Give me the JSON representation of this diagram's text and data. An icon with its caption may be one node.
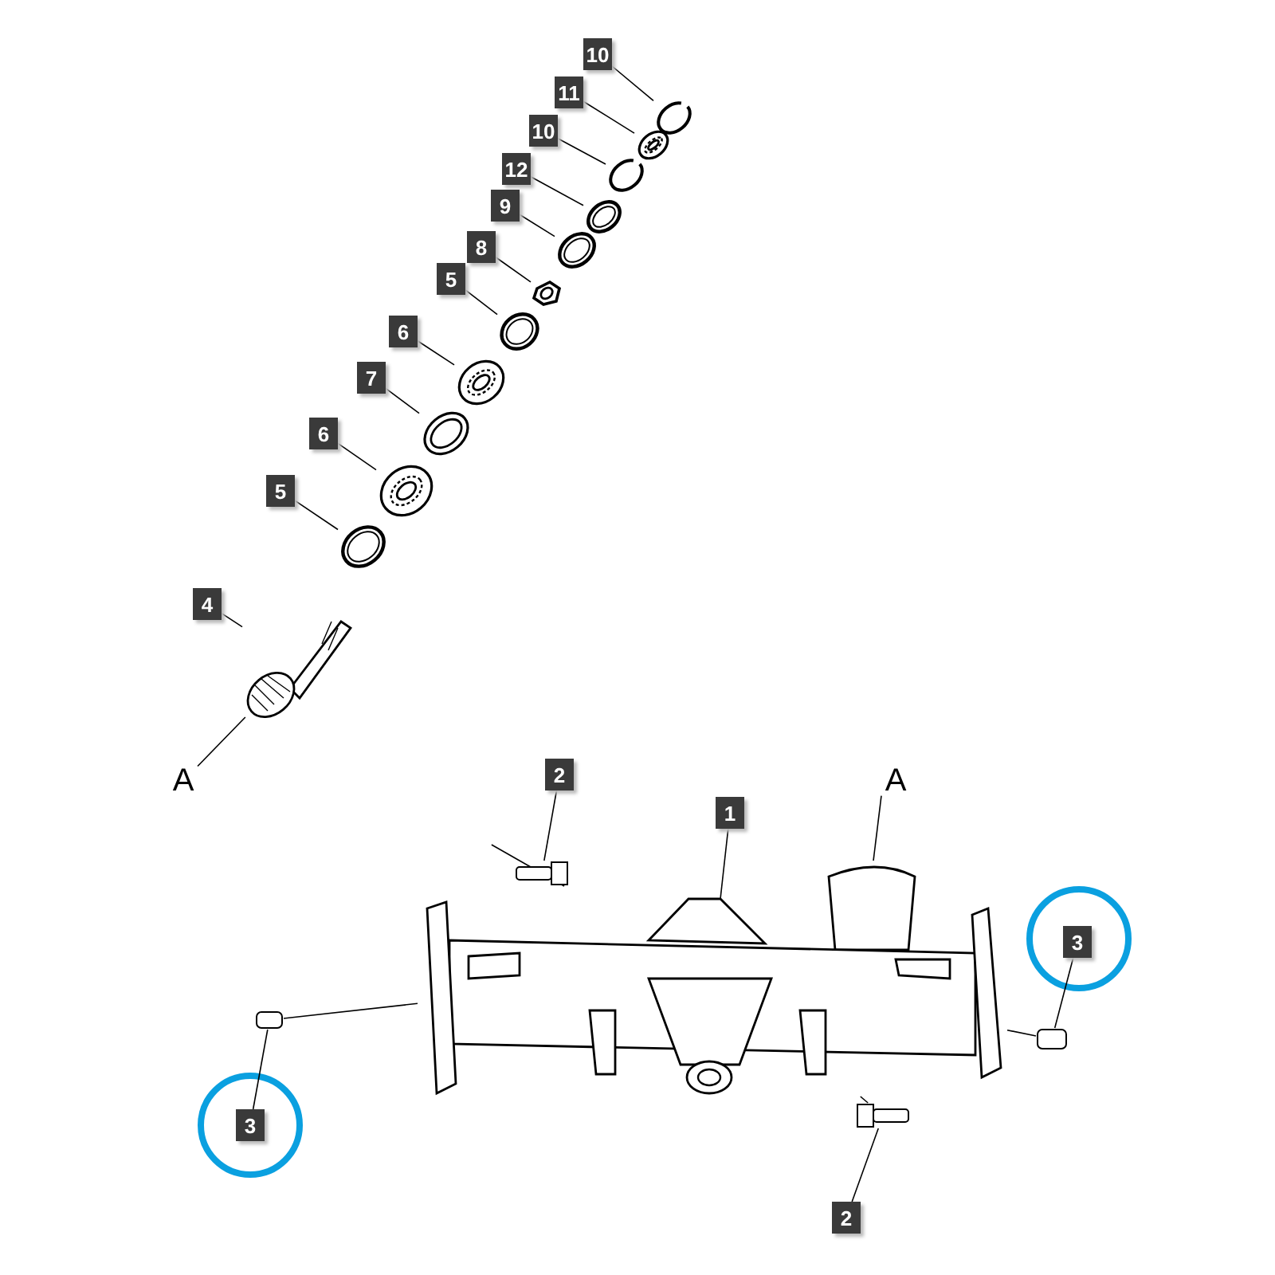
{
  "diagram": {
    "nodes": [
      {
        "text": [
          "10"
        ]
      },
      {
        "text": [
          "11"
        ]
      },
      {
        "text": [
          "10"
        ]
      },
      {
        "text": [
          "12"
        ]
      },
      {
        "text": [
          "9"
        ]
      },
      {
        "text": [
          "8"
        ]
      },
      {
        "text": [
          "5"
        ]
      },
      {
        "text": [
          "6"
        ]
      },
      {
        "text": [
          "7"
        ]
      },
      {
        "text": [
          "6"
        ]
      },
      {
        "text": [
          "5"
        ]
      },
      {
        "text": [
          "4"
        ]
      },
      {
        "text": [
          "A"
        ]
      },
      {
        "text": [
          "2"
        ]
      },
      {
        "text": [
          "A"
        ]
      },
      {
        "text": [
          "1"
        ]
      },
      {
        "text": [
          "3"
        ]
      },
      {
        "text": [
          "3"
        ]
      },
      {
        "text": [
          "2"
        ]
      },
      {
        "text": [],
        "shape": "circle"
      },
      {
        "text": [],
        "shape": "picture"
      },
      {
        "text": [],
        "shape": "circle"
      },
      {
        "text": [],
        "shape": "picture"
      },
      {
        "text": [],
        "shape": "picture"
      },
      {
        "text": [],
        "shape": "picture"
      },
      {
        "text": [],
        "shape": "picture"
      },
      {
        "text": [],
        "shape": "picture"
      },
      {
        "text": [],
        "shape": "picture"
      },
      {
        "text": [],
        "shape": "picture"
      },
      {
        "text": [],
        "shape": "picture"
      },
      {
        "text": [],
        "shape": "picture"
      },
      {
        "text": [],
        "shape": "picture"
      },
      {
        "text": [],
        "shape": "picture"
      },
      {
        "text": [],
        "shape": "picture"
      },
      {
        "text": [],
        "shape": "box"
      },
      {
        "text": [],
        "shape": "box"
      }
    ],
    "edges": [
      {
        "from": 0,
        "to": 19,
        "arrow": "none"
      },
      {
        "from": 1,
        "to": 20,
        "arrow": "none"
      },
      {
        "from": 2,
        "to": 21,
        "arrow": "none"
      },
      {
        "from": 3,
        "to": 22,
        "arrow": "none"
      },
      {
        "from": 4,
        "to": 23,
        "arrow": "none"
      },
      {
        "from": 5,
        "to": 24,
        "arrow": "none"
      },
      {
        "from": 6,
        "to": 25,
        "arrow": "none"
      },
      {
        "from": 7,
        "to": 26,
        "arrow": "none"
      },
      {
        "from": 8,
        "to": 27,
        "arrow": "none"
      },
      {
        "from": 9,
        "to": 28,
        "arrow": "none"
      },
      {
        "from": 10,
        "to": 29,
        "arrow": "none"
      },
      {
        "from": 11,
        "to": 30,
        "arrow": "none"
      },
      {
        "from": 12,
        "to": 30,
        "arrow": "none"
      },
      {
        "from": 13,
        "to": 32,
        "arrow": "none"
      },
      {
        "from": 14,
        "to": 31,
        "arrow": "none"
      },
      {
        "from": 15,
        "to": 31,
        "arrow": "none"
      },
      {
        "from": 16,
        "to": 35,
        "arrow": "none"
      },
      {
        "from": 17,
        "to": 34,
        "arrow": "none"
      },
      {
        "from": 18,
        "to": 33,
        "arrow": "none"
      },
      {
        "from": 32,
        "to": 31,
        "arrow": "none"
      },
      {
        "from": 33,
        "to": 31,
        "arrow": "none"
      },
      {
        "from": 34,
        "to": 31,
        "arrow": "none"
      },
      {
        "from": 35,
        "to": 31,
        "arrow": "none"
      }
    ]
  }
}
